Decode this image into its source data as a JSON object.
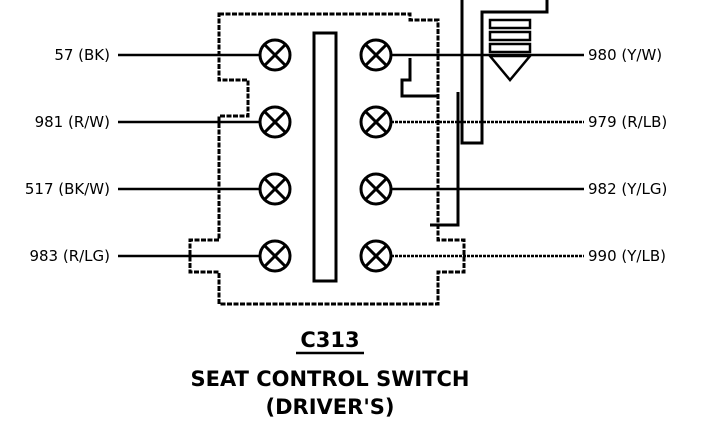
{
  "connector": {
    "id": "C313",
    "line1": "SEAT CONTROL SWITCH",
    "line2": "(DRIVER'S)"
  },
  "wires_left": [
    {
      "circuit": "57 (BK)"
    },
    {
      "circuit": "981 (R/W)"
    },
    {
      "circuit": "517 (BK/W)"
    },
    {
      "circuit": "983 (R/LG)"
    }
  ],
  "wires_right": [
    {
      "circuit": "980 (Y/W)"
    },
    {
      "circuit": "979 (R/LB)"
    },
    {
      "circuit": "982 (Y/LG)"
    },
    {
      "circuit": "990 (Y/LB)"
    }
  ],
  "colors": {
    "ink": "#000000",
    "background": "#ffffff"
  }
}
